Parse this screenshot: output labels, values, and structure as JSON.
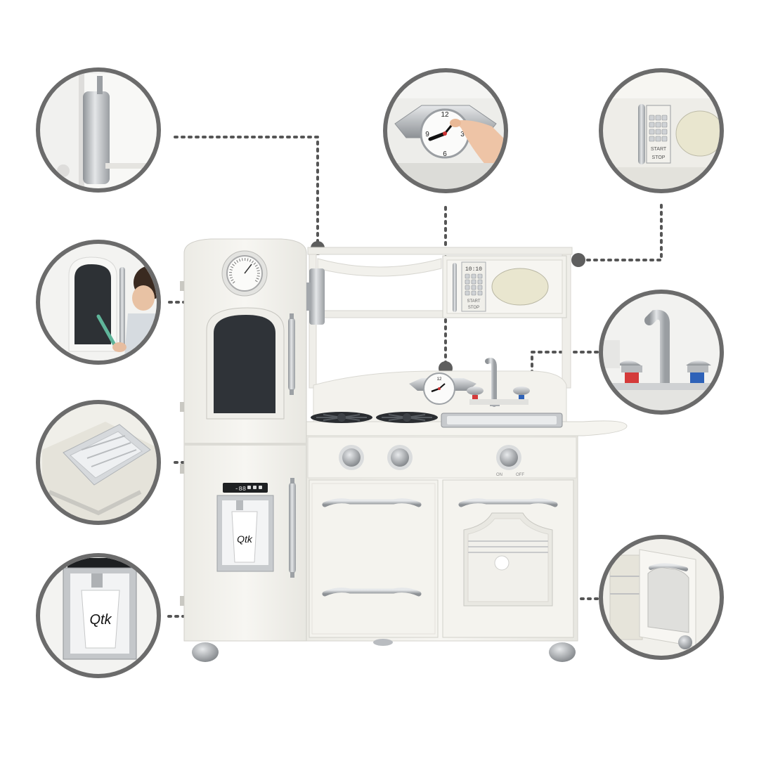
{
  "product": {
    "color_scheme": {
      "body": "#f4f3ee",
      "trim": "#d9d9d4",
      "chrome": "#b9bcc0",
      "chalkboard": "#2f3338",
      "callout_ring": "#6d6d6d",
      "dotted_line": "#555555",
      "hot_tap": "#d43a3a",
      "cold_tap": "#2e62b8"
    }
  },
  "microwave": {
    "display": "10:10",
    "keypad": [
      "1",
      "2",
      "3",
      "4",
      "5",
      "6",
      "7",
      "8",
      "9",
      "0",
      "*",
      "#"
    ],
    "start_label": "START",
    "stop_label": "STOP"
  },
  "dispenser": {
    "display": "-88",
    "cup_text": "Qtk"
  },
  "clock": {
    "numerals": [
      "12",
      "3",
      "6",
      "9"
    ]
  },
  "oven_knobs": {
    "on_label": "ON",
    "off_label": "OFF"
  },
  "callouts": [
    {
      "id": "fridge-handle",
      "icon": "handle-icon"
    },
    {
      "id": "chalkboard",
      "icon": "chalkboard-icon"
    },
    {
      "id": "ice-tray",
      "icon": "ice-tray-icon"
    },
    {
      "id": "water-dispenser",
      "icon": "cup-icon"
    },
    {
      "id": "clock",
      "icon": "clock-icon"
    },
    {
      "id": "microwave",
      "icon": "microwave-icon"
    },
    {
      "id": "faucet",
      "icon": "faucet-icon"
    },
    {
      "id": "oven",
      "icon": "oven-icon"
    }
  ]
}
